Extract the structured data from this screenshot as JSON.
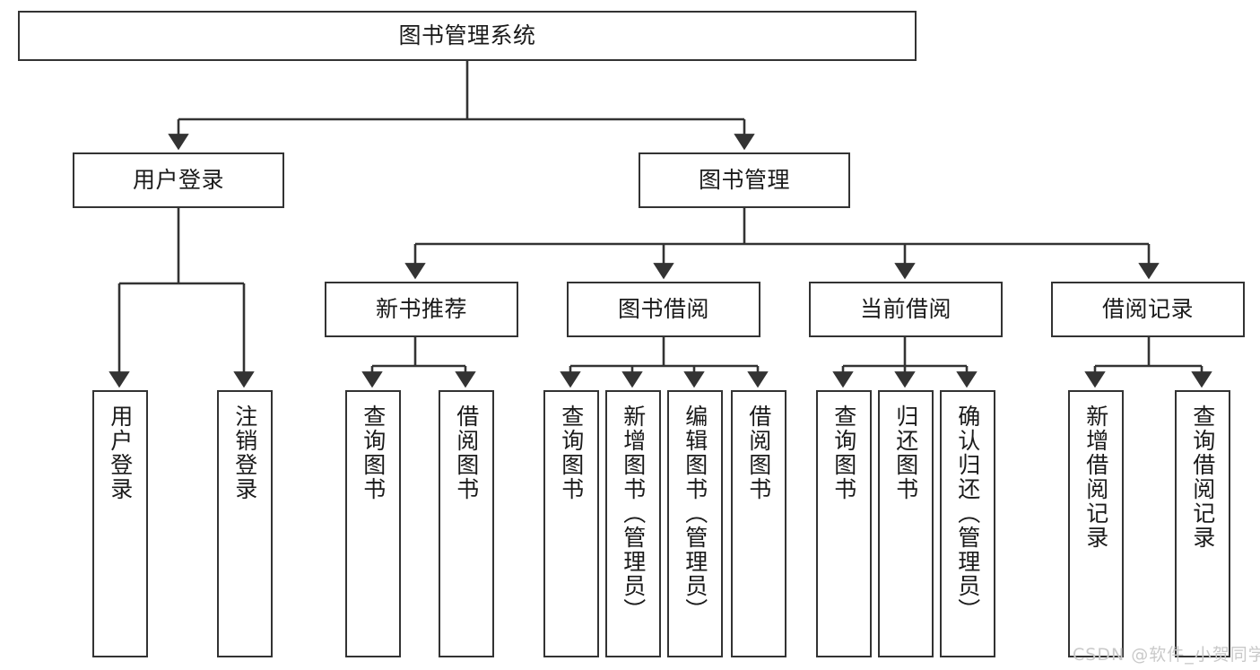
{
  "diagram": {
    "type": "tree-hierarchy-chart",
    "title": "图书管理系统",
    "stroke_color": "#333333",
    "text_color": "#1a1a1a",
    "background_color": "#ffffff",
    "watermark": "CSDN @软件_小贺同学"
  },
  "nodes": {
    "root": {
      "label": "图书管理系统"
    },
    "level2": [
      {
        "id": "user-login",
        "label": "用户登录"
      },
      {
        "id": "book-management",
        "label": "图书管理"
      }
    ],
    "level3": [
      {
        "id": "new-book-recommend",
        "label": "新书推荐"
      },
      {
        "id": "book-borrow",
        "label": "图书借阅"
      },
      {
        "id": "current-borrow",
        "label": "当前借阅"
      },
      {
        "id": "borrow-record",
        "label": "借阅记录"
      }
    ],
    "leaves": {
      "user_login": [
        {
          "id": "leaf-user-login",
          "label": "用户登录"
        },
        {
          "id": "leaf-logout-login",
          "label": "注销登录"
        }
      ],
      "new_book_recommend": [
        {
          "id": "leaf-query-book-1",
          "label": "查询图书"
        },
        {
          "id": "leaf-borrow-book-1",
          "label": "借阅图书"
        }
      ],
      "book_borrow": [
        {
          "id": "leaf-query-book-2",
          "label": "查询图书"
        },
        {
          "id": "leaf-add-book",
          "label": "新增图书（管理员）"
        },
        {
          "id": "leaf-edit-book",
          "label": "编辑图书（管理员）"
        },
        {
          "id": "leaf-borrow-book-2",
          "label": "借阅图书"
        }
      ],
      "current_borrow": [
        {
          "id": "leaf-query-book-3",
          "label": "查询图书"
        },
        {
          "id": "leaf-return-book",
          "label": "归还图书"
        },
        {
          "id": "leaf-confirm-return",
          "label": "确认归还（管理员）"
        }
      ],
      "borrow_record": [
        {
          "id": "leaf-add-borrow-record",
          "label": "新增借阅记录"
        },
        {
          "id": "leaf-query-borrow-record",
          "label": "查询借阅记录"
        }
      ]
    }
  }
}
